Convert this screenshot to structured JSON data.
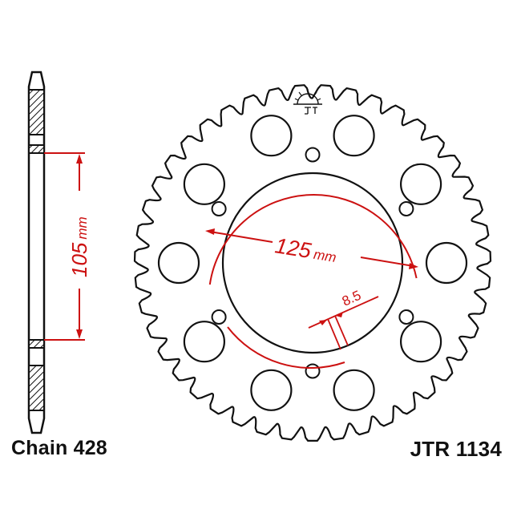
{
  "footer": {
    "chain_label": "Chain 428",
    "part_number": "JTR 1134"
  },
  "dimensions": {
    "pcd_value": "125",
    "pcd_unit": "mm",
    "side_value": "105",
    "side_unit": "mm",
    "hole_value": "8.5"
  },
  "sprocket": {
    "teeth": 43,
    "large_holes": 10,
    "bolt_holes": 6
  },
  "colors": {
    "outline": "#111111",
    "dimension": "#cc1111"
  },
  "icons": [
    "jt-sun-logo-icon"
  ]
}
